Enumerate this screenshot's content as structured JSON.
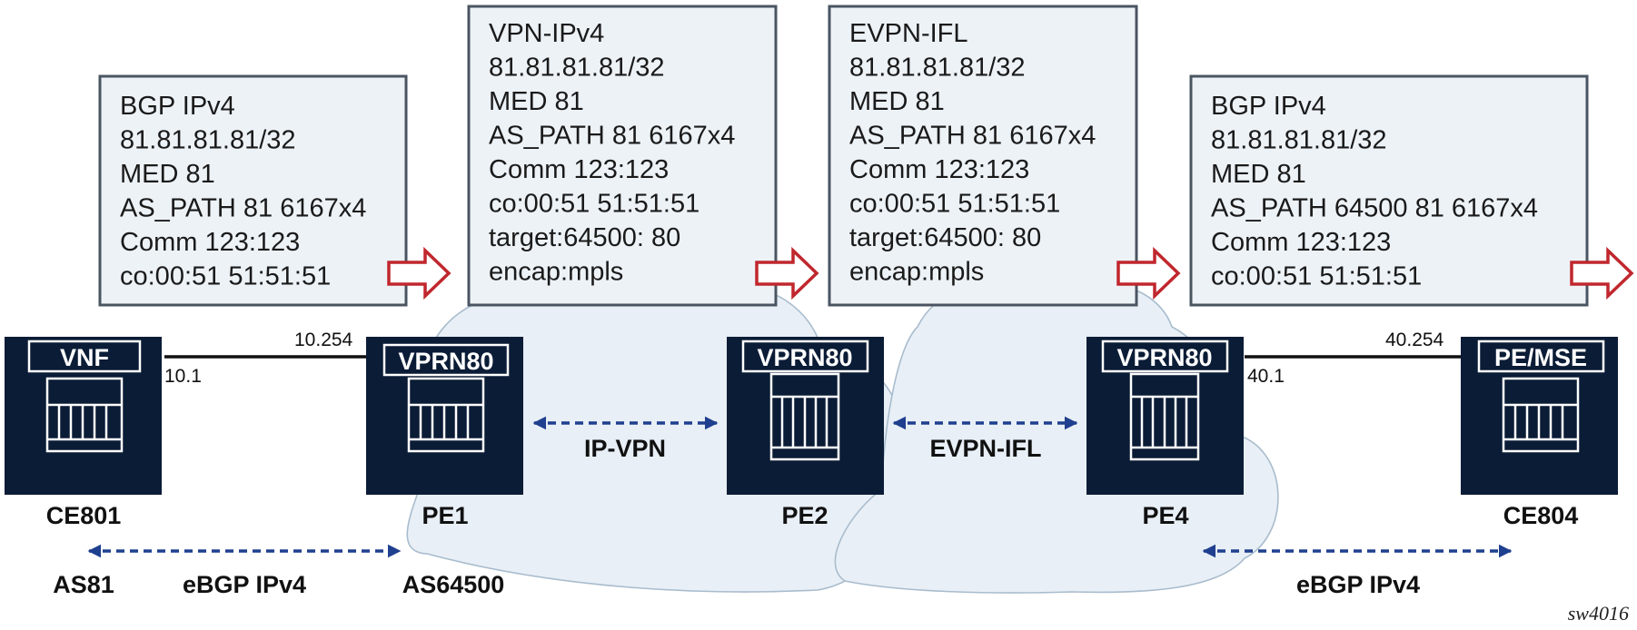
{
  "attribute_boxes": [
    {
      "lines": [
        "BGP IPv4",
        "81.81.81.81/32",
        "MED 81",
        "AS_PATH 81 6167x4",
        "Comm 123:123",
        "co:00:51 51:51:51"
      ]
    },
    {
      "lines": [
        "VPN-IPv4",
        "81.81.81.81/32",
        "MED 81",
        "AS_PATH 81 6167x4",
        "Comm 123:123",
        "co:00:51 51:51:51",
        "target:64500: 80",
        "encap:mpls"
      ]
    },
    {
      "lines": [
        "EVPN-IFL",
        "81.81.81.81/32",
        "MED 81",
        "AS_PATH 81 6167x4",
        "Comm 123:123",
        "co:00:51 51:51:51",
        "target:64500: 80",
        "encap:mpls"
      ]
    },
    {
      "lines": [
        "BGP IPv4",
        "81.81.81.81/32",
        "MED 81",
        "AS_PATH 64500 81 6167x4",
        "Comm 123:123",
        "co:00:51 51:51:51"
      ]
    }
  ],
  "nodes": [
    {
      "tag": "VNF",
      "name": "CE801"
    },
    {
      "tag": "VPRN80",
      "name": "PE1"
    },
    {
      "tag": "VPRN80",
      "name": "PE2"
    },
    {
      "tag": "VPRN80",
      "name": "PE4"
    },
    {
      "tag": "PE/MSE",
      "name": "CE804"
    }
  ],
  "link_addresses": {
    "ce801_side": "10.1",
    "pe1_side": "10.254",
    "pe4_side": "40.1",
    "ce804_side": "40.254"
  },
  "protocols": {
    "pe1_pe2": "IP-VPN",
    "pe2_pe4": "EVPN-IFL",
    "ce801_pe1": "eBGP IPv4",
    "pe4_ce804": "eBGP IPv4"
  },
  "as_labels": {
    "left": "AS81",
    "right": "AS64500"
  },
  "footer_id": "sw4016",
  "colors": {
    "router": "#0b1c36",
    "box_fill": "#edf2f7",
    "cloud_fill": "#e8eff6",
    "session": "#1f3f8f",
    "advert_arrow": "#c0272d"
  }
}
